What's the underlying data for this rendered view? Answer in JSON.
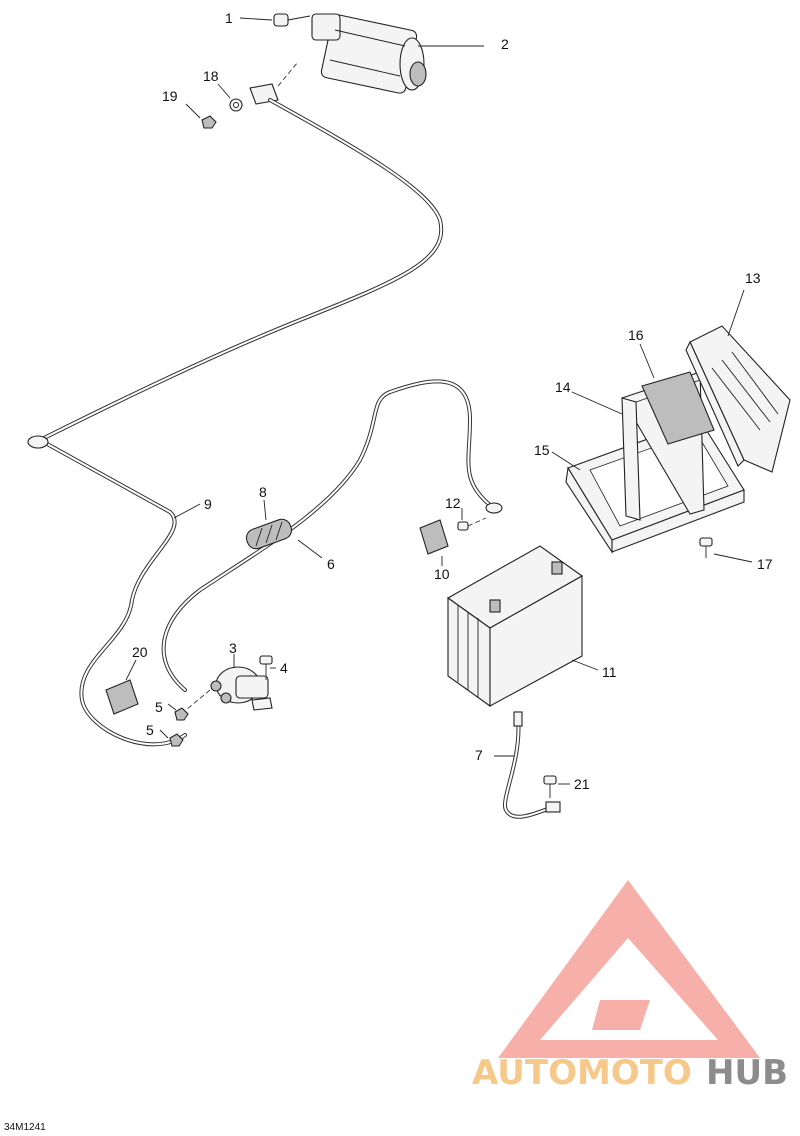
{
  "drawing_code": "34M1241",
  "callouts": [
    {
      "id": "c1",
      "label": "1"
    },
    {
      "id": "c2",
      "label": "2"
    },
    {
      "id": "c3",
      "label": "3"
    },
    {
      "id": "c4",
      "label": "4"
    },
    {
      "id": "c5a",
      "label": "5"
    },
    {
      "id": "c5b",
      "label": "5"
    },
    {
      "id": "c6",
      "label": "6"
    },
    {
      "id": "c7",
      "label": "7"
    },
    {
      "id": "c8",
      "label": "8"
    },
    {
      "id": "c9",
      "label": "9"
    },
    {
      "id": "c10",
      "label": "10"
    },
    {
      "id": "c11",
      "label": "11"
    },
    {
      "id": "c12",
      "label": "12"
    },
    {
      "id": "c13",
      "label": "13"
    },
    {
      "id": "c14",
      "label": "14"
    },
    {
      "id": "c15",
      "label": "15"
    },
    {
      "id": "c16",
      "label": "16"
    },
    {
      "id": "c17",
      "label": "17"
    },
    {
      "id": "c18",
      "label": "18"
    },
    {
      "id": "c19",
      "label": "19"
    },
    {
      "id": "c20",
      "label": "20"
    },
    {
      "id": "c21",
      "label": "21"
    }
  ],
  "watermark": {
    "word_part1": "AUTOMOTO",
    "word_part2": "HUB",
    "color_primary": "#f7a8a0",
    "color_accent": "#f6c98a",
    "color_dark": "#8c8c8c"
  }
}
